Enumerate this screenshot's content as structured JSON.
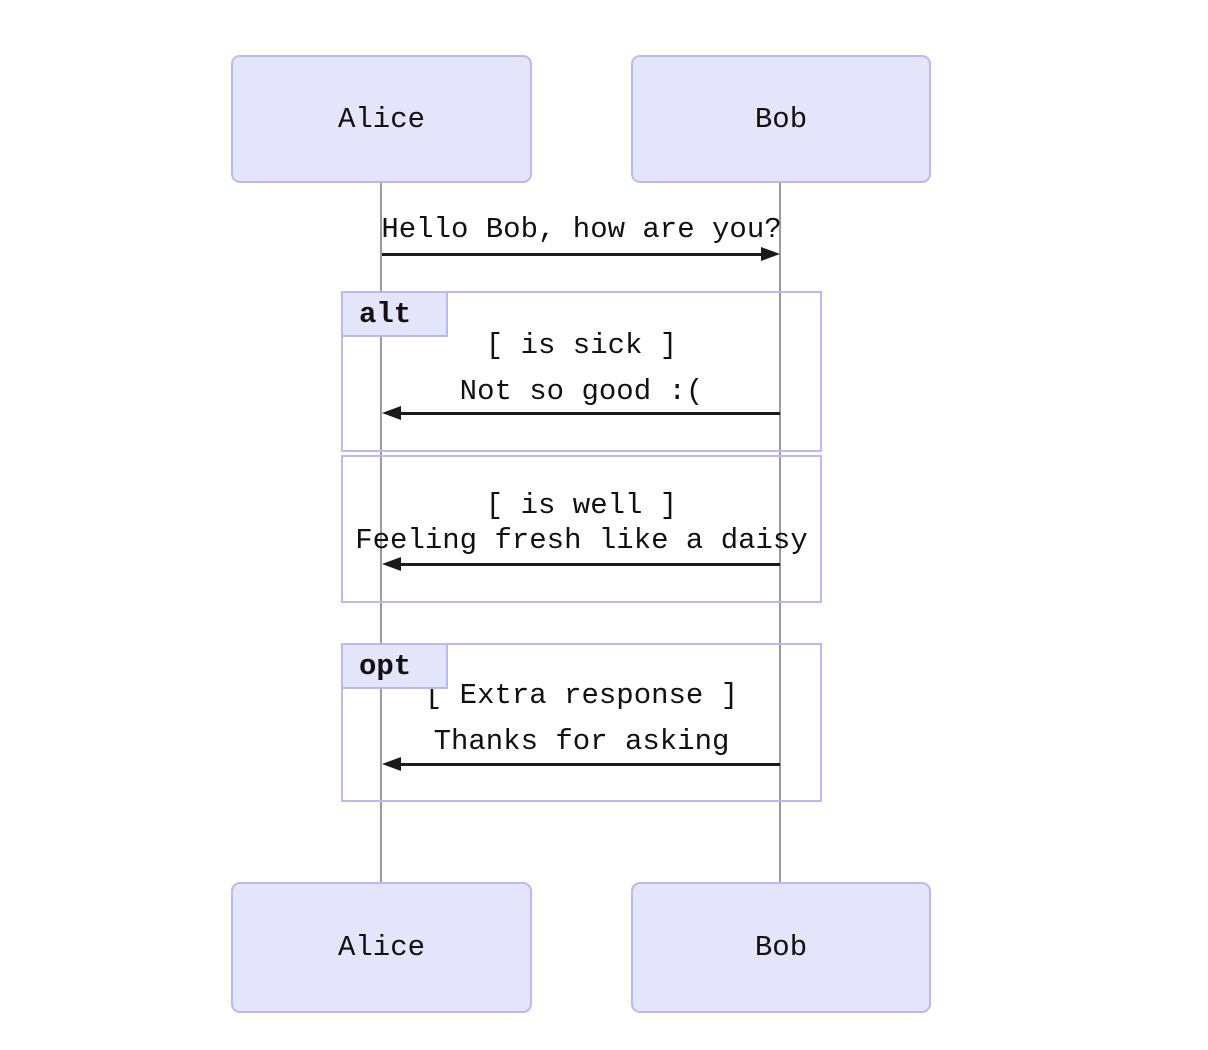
{
  "diagram_type": "sequence-diagram",
  "colors": {
    "background": "#ffffff",
    "actor_fill": "#E4E4FB",
    "actor_border": "#B9B9F3",
    "frame_border": "#B9B9F3",
    "label_fill": "#E4E4FB",
    "lifeline": "#9a9a9a",
    "arrow": "#1a1a1a",
    "text": "#111111"
  },
  "actors": {
    "alice": "Alice",
    "bob": "Bob"
  },
  "messages": {
    "hello": {
      "text": "Hello Bob, how are you?",
      "from": "Alice",
      "to": "Bob",
      "direction": "right"
    },
    "notgood": {
      "text": "Not so good :(",
      "from": "Bob",
      "to": "Alice",
      "direction": "left"
    },
    "fresh": {
      "text": "Feeling fresh like a daisy",
      "from": "Bob",
      "to": "Alice",
      "direction": "left"
    },
    "thanks": {
      "text": "Thanks for asking",
      "from": "Bob",
      "to": "Alice",
      "direction": "left"
    }
  },
  "frames": {
    "alt": {
      "label": "alt",
      "guard1": "[ is sick ]",
      "guard2": "[ is well ]"
    },
    "opt": {
      "label": "opt",
      "guard": "[ Extra response ]"
    }
  }
}
